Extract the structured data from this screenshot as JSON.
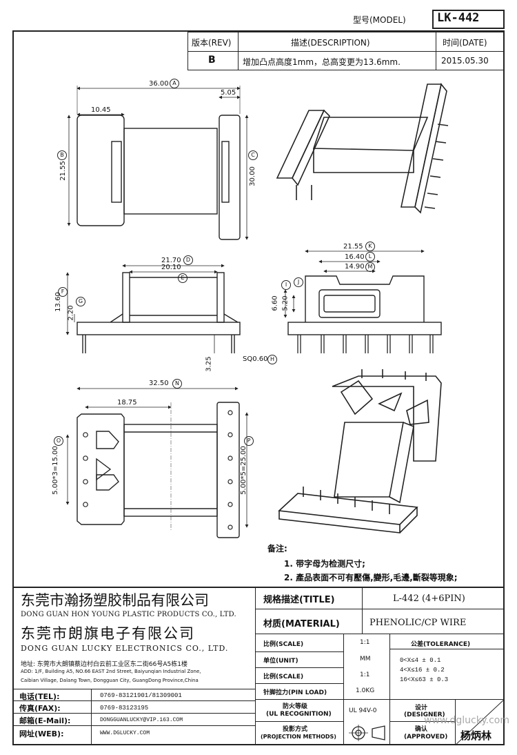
{
  "header": {
    "model_label": "型号(MODEL)",
    "model_value": "LK-442"
  },
  "revision": {
    "rev_header": "版本(REV)",
    "desc_header": "描述(DESCRIPTION)",
    "date_header": "时间(DATE)",
    "rev_value": "B",
    "desc_value": "增加凸点高度1mm，总高变更为13.6mm.",
    "date_value": "2015.05.30"
  },
  "dimensions": {
    "top": {
      "a": "36.00",
      "a_tag": "A",
      "b": "21.55",
      "b_tag": "B",
      "c": "30.00",
      "c_tag": "C",
      "w1": "10.45",
      "w2": "5.05"
    },
    "side": {
      "d": "21.70",
      "d_tag": "D",
      "e": "20.10",
      "e_tag": "E",
      "f": "13.60",
      "f_tag": "F",
      "g": "2.20",
      "g_tag": "G",
      "pin_len": "3.25",
      "sq": "SQ0.60",
      "sq_tag": "H"
    },
    "front": {
      "k": "21.55",
      "k_tag": "K",
      "l": "16.40",
      "l_tag": "L",
      "m": "14.90",
      "m_tag": "M",
      "i_tag": "I",
      "j_tag": "J",
      "h1": "6.60",
      "h2": "5.20"
    },
    "bottom": {
      "n": "32.50",
      "n_tag": "N",
      "x1": "18.75",
      "o": "5.00*3=15.00",
      "o_tag": "O",
      "p": "5.00*5=25.00",
      "p_tag": "P"
    }
  },
  "notes": {
    "title": "备注:",
    "items": [
      "1. 带字母为检测尺寸;",
      "2. 產品表面不可有壓傷,變形,毛邊,斷裂等現象;"
    ]
  },
  "company": {
    "name_cn_1": "东莞市瀚扬塑胶制品有限公司",
    "name_en_1": "DONG GUAN HON YOUNG PLASTIC PRODUCTS CO., LTD.",
    "name_cn_2": "东莞市朗旗电子有限公司",
    "name_en_2": "DONG GUAN LUCKY ELECTRONICS CO., LTD.",
    "addr_cn": "地址: 东莞市大朗镇蔡边村白云前工业区东二街66号A5栋1楼",
    "addr_en_1": "ADD: 1/F, Building A5, NO.66 EAST 2nd Street, Baiyunqian Industrial Zone,",
    "addr_en_2": "Caibian Village, Dalang Town, Dongguan City, GuangDong Province,China"
  },
  "contact": {
    "tel_label": "电话(TEL):",
    "tel_value": "0769-83121901/81309001",
    "fax_label": "传真(FAX):",
    "fax_value": "0769-83123195",
    "email_label": "邮箱(E-Mail):",
    "email_value": "DONGGUANLUCKY@VIP.163.COM",
    "web_label": "网址(WEB):",
    "web_value": "WWW.DGLUCKY.COM"
  },
  "spec": {
    "title_label": "规格描述(TITLE)",
    "title_value": "L-442 (4+6PIN)",
    "material_label": "材质(MATERIAL)",
    "material_value": "PHENOLIC/CP WIRE",
    "scale_label": "比例(SCALE)",
    "scale_value": "1:1",
    "unit_label": "单位(UNIT)",
    "unit_value": "MM",
    "scale2_label": "比例(SCALE)",
    "scale2_value": "1:1",
    "pin_load_label": "针脚拉力(PIN LOAD)",
    "pin_load_value": "1.0KG",
    "ul_label_1": "防火等级",
    "ul_label_2": "(UL RECOGNITION)",
    "ul_value": "UL 94V-0",
    "proj_label_1": "投影方式",
    "proj_label_2": "(PROJECTION METHODS)",
    "tol_label": "公差(TOLERANCE)",
    "tol_1": "0<X≤4    ± 0.1",
    "tol_2": "4<X≤16   ± 0.2",
    "tol_3": "16<X≤63  ± 0.3",
    "designer_1": "设计",
    "designer_2": "(DESIGNER)",
    "approved_1": "确认",
    "approved_2": "(APPROVED)",
    "approver_name": "杨炳林",
    "watermark": "www.dglucky.com"
  }
}
